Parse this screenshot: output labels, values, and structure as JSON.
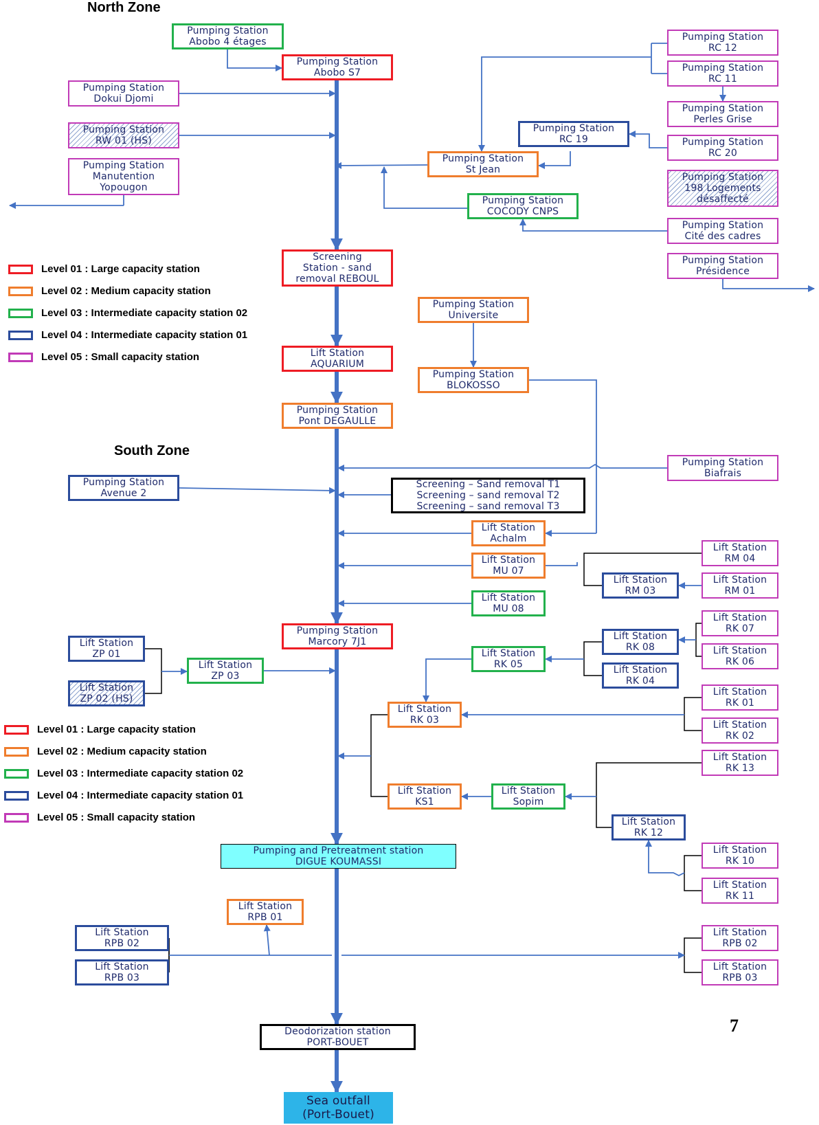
{
  "zones": {
    "north": "North Zone",
    "south": "South Zone"
  },
  "page_number": "7",
  "colors": {
    "level01": "#ee1c24",
    "level02": "#ef7d2d",
    "level03": "#22b14c",
    "level04": "#2b4c9c",
    "level05": "#c13ab7",
    "outline": "#000000",
    "trunk": "#4472c4",
    "cyan_fill": "#7fffff",
    "outfall_fill": "#2db4e8"
  },
  "legend_top": [
    {
      "level": "level01",
      "label": "Level 01 : Large capacity station"
    },
    {
      "level": "level02",
      "label": "Level 02 : Medium capacity station"
    },
    {
      "level": "level03",
      "label": "Level 03 : Intermediate capacity station 02"
    },
    {
      "level": "level04",
      "label": "Level 04 : Intermediate capacity station 01"
    },
    {
      "level": "level05",
      "label": "Level 05 : Small capacity station"
    }
  ],
  "legend_bottom": [
    {
      "level": "level01",
      "label": "Level 01 : Large capacity station"
    },
    {
      "level": "level02",
      "label": "Level 02 : Medium capacity station"
    },
    {
      "level": "level03",
      "label": "Level 03 : Intermediate capacity station 02"
    },
    {
      "level": "level04",
      "label": "Level 04 : Intermediate capacity station 01"
    },
    {
      "level": "level05",
      "label": "Level 05 : Small capacity station"
    }
  ],
  "stations": {
    "abobo_4_etages": {
      "lines": [
        "Pumping Station",
        "Abobo 4 étages"
      ],
      "level": "level03"
    },
    "abobo_s7": {
      "lines": [
        "Pumping Station",
        "Abobo S7"
      ],
      "level": "level01"
    },
    "dokui_djomi": {
      "lines": [
        "Pumping Station",
        "Dokui Djomi"
      ],
      "level": "level05"
    },
    "rw01": {
      "lines": [
        "Pumping Station",
        "RW 01 (HS)"
      ],
      "level": "level05",
      "out_of_service": true
    },
    "manutention": {
      "lines": [
        "Pumping Station",
        "Manutention",
        "Yopougon"
      ],
      "level": "level05"
    },
    "rc12": {
      "lines": [
        "Pumping Station",
        "RC 12"
      ],
      "level": "level05"
    },
    "rc11": {
      "lines": [
        "Pumping Station",
        "RC 11"
      ],
      "level": "level05"
    },
    "perles_grise": {
      "lines": [
        "Pumping Station",
        "Perles Grise"
      ],
      "level": "level05"
    },
    "rc19": {
      "lines": [
        "Pumping Station",
        "RC 19"
      ],
      "level": "level04"
    },
    "rc20": {
      "lines": [
        "Pumping Station",
        "RC 20"
      ],
      "level": "level05"
    },
    "st_jean": {
      "lines": [
        "Pumping Station",
        "St Jean"
      ],
      "level": "level02"
    },
    "logements_198": {
      "lines": [
        "Pumping Station",
        "198 Logements",
        "désaffecté"
      ],
      "level": "level05",
      "out_of_service": true
    },
    "cocody_cnps": {
      "lines": [
        "Pumping Station",
        "COCODY CNPS"
      ],
      "level": "level03"
    },
    "cite_cadres": {
      "lines": [
        "Pumping Station",
        "Cité des cadres"
      ],
      "level": "level05"
    },
    "presidence": {
      "lines": [
        "Pumping Station",
        "Présidence"
      ],
      "level": "level05"
    },
    "reboul": {
      "lines": [
        "Screening",
        "Station - sand",
        "removal REBOUL"
      ],
      "level": "level01"
    },
    "universite": {
      "lines": [
        "Pumping Station",
        "Universite"
      ],
      "level": "level02"
    },
    "aquarium": {
      "lines": [
        "Lift Station",
        "AQUARIUM"
      ],
      "level": "level01"
    },
    "blokosso": {
      "lines": [
        "Pumping Station",
        "BLOKOSSO"
      ],
      "level": "level02"
    },
    "pont_degaulle": {
      "lines": [
        "Pumping Station",
        "Pont DEGAULLE"
      ],
      "level": "level02"
    },
    "biafrais": {
      "lines": [
        "Pumping Station",
        "Biafrais"
      ],
      "level": "level05"
    },
    "avenue2": {
      "lines": [
        "Pumping Station",
        "Avenue 2"
      ],
      "level": "level04"
    },
    "screening_t": {
      "lines": [
        "Screening – Sand removal T1",
        "Screening – sand removal T2",
        "Screening – sand removal T3"
      ],
      "level": "outline"
    },
    "achalm": {
      "lines": [
        "Lift Station",
        "Achalm"
      ],
      "level": "level02"
    },
    "rm04": {
      "lines": [
        "Lift Station",
        "RM 04"
      ],
      "level": "level05"
    },
    "mu07": {
      "lines": [
        "Lift Station",
        "MU 07"
      ],
      "level": "level02"
    },
    "rm03": {
      "lines": [
        "Lift Station",
        "RM 03"
      ],
      "level": "level04"
    },
    "rm01": {
      "lines": [
        "Lift Station",
        "RM 01"
      ],
      "level": "level05"
    },
    "mu08": {
      "lines": [
        "Lift Station",
        "MU 08"
      ],
      "level": "level03"
    },
    "rk07": {
      "lines": [
        "Lift Station",
        "RK 07"
      ],
      "level": "level05"
    },
    "marcory": {
      "lines": [
        "Pumping Station",
        "Marcory 7J1"
      ],
      "level": "level01"
    },
    "zp01": {
      "lines": [
        "Lift Station",
        "ZP 01"
      ],
      "level": "level04"
    },
    "rk08": {
      "lines": [
        "Lift Station",
        "RK 08"
      ],
      "level": "level04"
    },
    "rk05": {
      "lines": [
        "Lift Station",
        "RK 05"
      ],
      "level": "level03"
    },
    "rk06": {
      "lines": [
        "Lift Station",
        "RK 06"
      ],
      "level": "level05"
    },
    "zp03": {
      "lines": [
        "Lift Station",
        "ZP 03"
      ],
      "level": "level03"
    },
    "rk04": {
      "lines": [
        "Lift Station",
        "RK 04"
      ],
      "level": "level04"
    },
    "zp02": {
      "lines": [
        "Lift Station",
        "ZP 02 (HS)"
      ],
      "level": "level04",
      "out_of_service": true
    },
    "rk01": {
      "lines": [
        "Lift Station",
        "RK 01"
      ],
      "level": "level05"
    },
    "rk03": {
      "lines": [
        "Lift Station",
        "RK 03"
      ],
      "level": "level02"
    },
    "rk02": {
      "lines": [
        "Lift Station",
        "RK 02"
      ],
      "level": "level05"
    },
    "rk13": {
      "lines": [
        "Lift Station",
        "RK 13"
      ],
      "level": "level05"
    },
    "ks1": {
      "lines": [
        "Lift Station",
        "KS1"
      ],
      "level": "level02"
    },
    "sopim": {
      "lines": [
        "Lift Station",
        "Sopim"
      ],
      "level": "level03"
    },
    "rk12": {
      "lines": [
        "Lift Station",
        "RK 12"
      ],
      "level": "level04"
    },
    "digue_koumassi": {
      "lines": [
        "Pumping and Pretreatment station",
        "DIGUE KOUMASSI"
      ],
      "level": "outline",
      "fill": "cyan_fill"
    },
    "rk10": {
      "lines": [
        "Lift Station",
        "RK 10"
      ],
      "level": "level05"
    },
    "rk11": {
      "lines": [
        "Lift Station",
        "RK 11"
      ],
      "level": "level05"
    },
    "rpb01": {
      "lines": [
        "Lift Station",
        "RPB 01"
      ],
      "level": "level02"
    },
    "rpb02_left": {
      "lines": [
        "Lift Station",
        "RPB 02"
      ],
      "level": "level04"
    },
    "rpb02_right": {
      "lines": [
        "Lift Station",
        "RPB 02"
      ],
      "level": "level05"
    },
    "rpb03_left": {
      "lines": [
        "Lift Station",
        "RPB 03"
      ],
      "level": "level04"
    },
    "rpb03_right": {
      "lines": [
        "Lift Station",
        "RPB 03"
      ],
      "level": "level05"
    },
    "port_bouet": {
      "lines": [
        "Deodorization station",
        "PORT-BOUET"
      ],
      "level": "outline"
    },
    "sea_outfall": {
      "lines": [
        "Sea outfall",
        "(Port-Bouet)"
      ],
      "level": "none",
      "fill": "outfall_fill"
    }
  }
}
